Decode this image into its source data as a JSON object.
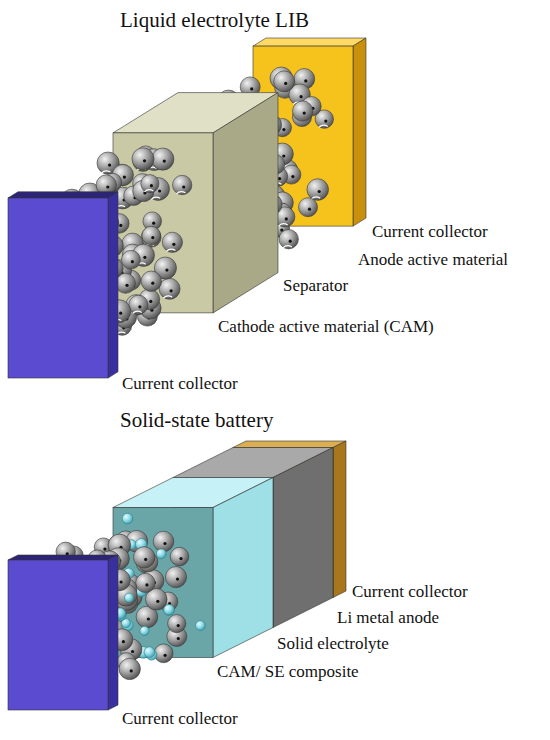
{
  "diagram": {
    "labels": [
      "Liquid electrolyte LIB",
      "Current collector",
      "Anode active material",
      "Separator",
      "Cathode active material (CAM)",
      "Current collector",
      "Solid-state battery",
      "Current collector",
      "Li metal anode",
      "Solid electrolyte",
      "CAM/ SE composite",
      "Current collector"
    ]
  }
}
